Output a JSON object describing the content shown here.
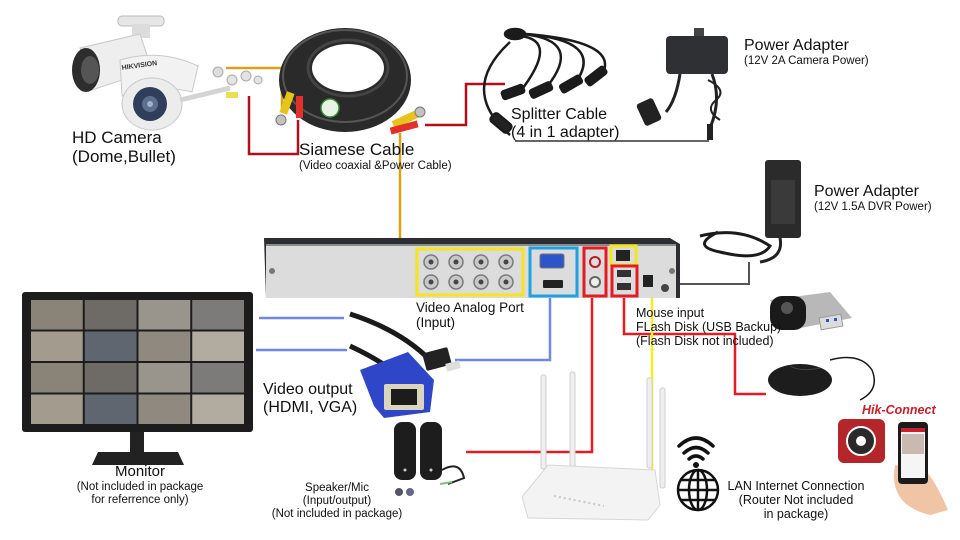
{
  "diagram": {
    "title": "DVR CCTV system connection diagram",
    "colors": {
      "video_coax_wire": "#d9a21a",
      "power_wire": "#b0101a",
      "video_output_wire": "#6f87e6",
      "audio_usb_wire": "#e21c23",
      "lan_wire": "#f4ee1e",
      "dvr_power_wire": "#555555",
      "hik_connect_brand": "#c8202a",
      "video_port_highlight": "#f4e51c",
      "vga_hdmi_highlight": "#1ea2df",
      "audio_highlight": "#e21c23",
      "lan_highlight": "#f4e51c",
      "usb_highlight": "#e21c23"
    },
    "components": [
      {
        "id": "hd-camera",
        "title": "HD Camera",
        "subtitle": "(Dome,Bullet)",
        "icon": "cctv-camera-icon"
      },
      {
        "id": "siamese-cable",
        "title": "Siamese Cable",
        "subtitle": "(Video coaxial &Power Cable)",
        "icon": "cable-coil-icon"
      },
      {
        "id": "splitter-cable",
        "title": "Splitter Cable",
        "subtitle": "(4 in 1 adapter)",
        "icon": "splitter-cable-icon"
      },
      {
        "id": "camera-power-adapter",
        "title": "Power Adapter",
        "subtitle": "(12V 2A Camera Power)",
        "icon": "power-adapter-icon"
      },
      {
        "id": "dvr-power-adapter",
        "title": "Power Adapter",
        "subtitle": "(12V 1.5A DVR Power)",
        "icon": "wall-adapter-icon"
      },
      {
        "id": "dvr-unit",
        "title": "",
        "subtitle": "",
        "icon": "dvr-icon"
      },
      {
        "id": "video-analog-port",
        "title": "Video Analog Port",
        "subtitle": "(Input)",
        "icon": "bnc-port-icon"
      },
      {
        "id": "usb-ports",
        "lines": [
          "Mouse input",
          "FLash Disk (USB Backup)",
          "(Flash Disk not included)"
        ],
        "icon": "usb-port-icon"
      },
      {
        "id": "monitor",
        "title": "Monitor",
        "lines": [
          "(Not included in package",
          "for referrence only)"
        ],
        "icon": "monitor-icon"
      },
      {
        "id": "video-output",
        "title": "Video output",
        "subtitle": "(HDMI, VGA)",
        "icon": "vga-hdmi-cable-icon"
      },
      {
        "id": "speaker-mic",
        "lines": [
          "Speaker/Mic",
          "(Input/output)",
          "(Not included in package)"
        ],
        "icon": "speaker-icon"
      },
      {
        "id": "router",
        "title": "",
        "icon": "router-icon"
      },
      {
        "id": "lan-internet",
        "lines": [
          "LAN Internet Connection",
          "(Router Not included",
          "in package)"
        ],
        "icon": "globe-icon"
      },
      {
        "id": "flash-disk",
        "icon": "usb-flash-drive-icon"
      },
      {
        "id": "mouse",
        "icon": "mouse-icon"
      },
      {
        "id": "hik-connect",
        "brand": "Hik-Connect",
        "icon": "hik-connect-app-icon"
      }
    ],
    "camera_brand": "HIKVISION",
    "dvr_bnc_port_count": 8,
    "monitor_grid": "4x4"
  }
}
